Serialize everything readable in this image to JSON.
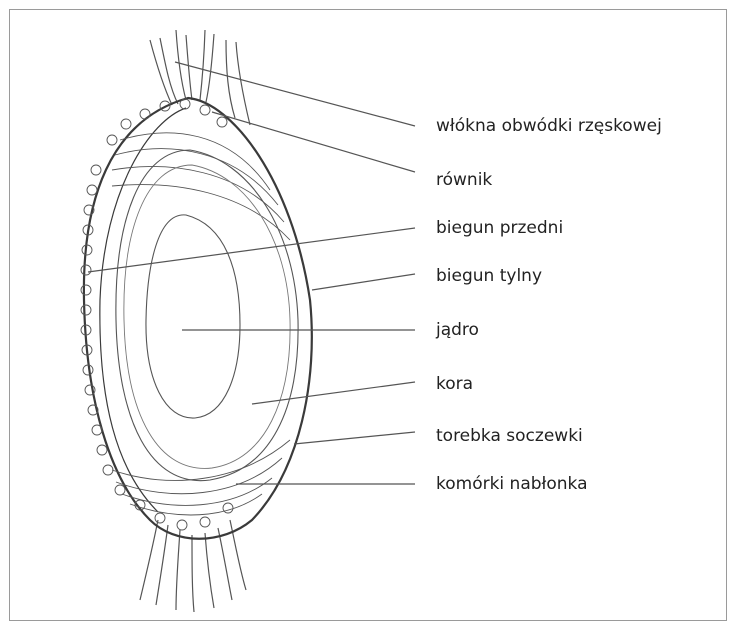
{
  "labels": [
    "włókna obwódki rzęskowej",
    "równik",
    "biegun przedni",
    "biegun tylny",
    "jądro",
    "kora",
    "torebka soczewki",
    "komórki nabłonka"
  ],
  "colors": {
    "stroke": "#3a3a3a",
    "leader": "#555555",
    "text": "#222222",
    "frame": "#9a9a9a"
  }
}
